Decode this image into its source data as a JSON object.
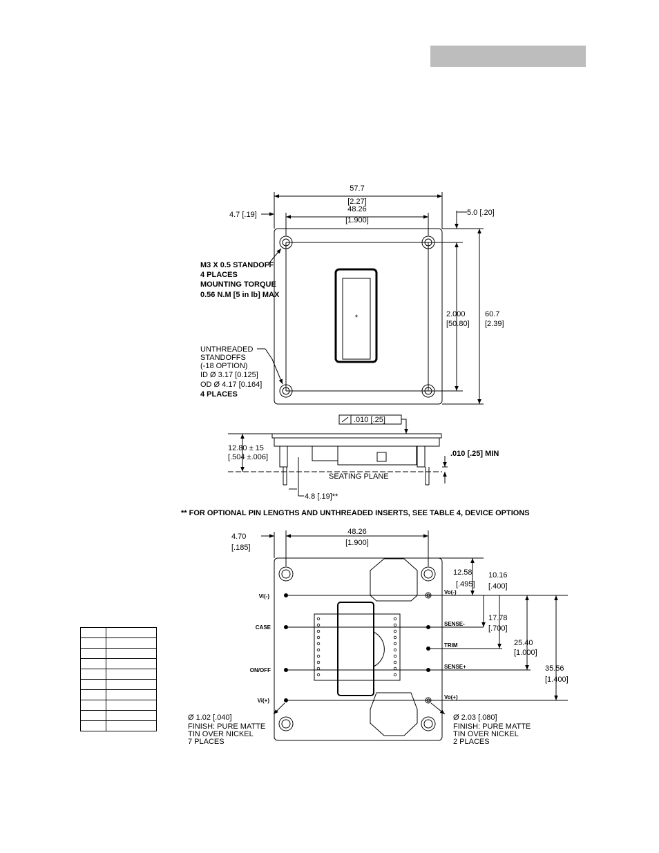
{
  "header": {
    "bar_color": "#bdbdbd"
  },
  "top_view": {
    "overall_width": "57.7",
    "overall_width_in": "[2.27]",
    "hole_spacing": "48.26",
    "hole_spacing_in": "[1.900]",
    "left_offset": "4.7 [.19]",
    "top_offset": "5.0 [.20]",
    "vertical_spacing": "2.000",
    "vertical_spacing_mm": "[50.80]",
    "overall_height": "60.7",
    "overall_height_in": "[2.39]",
    "center_mark": "*",
    "standoff_note": [
      "M3 X 0.5  STANDOFF",
      "4 PLACES",
      "MOUNTING TORQUE",
      "0.56 N.M [5 in lb] MAX"
    ],
    "unthreaded_note": [
      "UNTHREADED",
      "STANDOFFS",
      "(-18 OPTION)",
      "ID Ø 3.17 [0.125]",
      "OD Ø 4.17 [0.164]",
      "4 PLACES"
    ]
  },
  "side_view": {
    "flatness": ".010  [.25]",
    "height": "12.80 ± 15",
    "height_in": "[.504 ±.006]",
    "min_clearance": ".010 [.25] MIN",
    "seating_plane": "SEATING  PLANE",
    "pin_length": "4.8 [.19]**"
  },
  "footnote": "** FOR OPTIONAL PIN LENGTHS AND UNTHREADED INSERTS, SEE TABLE 4, DEVICE OPTIONS",
  "bottom_view": {
    "left_offset": "4.70",
    "left_offset_in": "[.185]",
    "hole_spacing": "48.26",
    "hole_spacing_in": "[1.900]",
    "dim_a": "12.58",
    "dim_a_in": "[.495]",
    "dim_b": "10.16",
    "dim_b_in": "[.400]",
    "dim_c": "17.78",
    "dim_c_in": "[.700]",
    "dim_d": "25.40",
    "dim_d_in": "[1.000]",
    "dim_e": "35.56",
    "dim_e_in": "[1.400]",
    "pins_left": [
      "Vi(-)",
      "CASE",
      "ON/OFF",
      "Vi(+)"
    ],
    "pins_right": [
      "Vo(-)",
      "SENSE-",
      "TRIM",
      "SENSE+",
      "Vo(+)"
    ],
    "small_pin_note": [
      "Ø 1.02 [.040]",
      "FINISH: PURE MATTE",
      "TIN OVER NICKEL",
      "7 PLACES"
    ],
    "large_pin_note": [
      "Ø 2.03 [.080]",
      "FINISH: PURE MATTE",
      "TIN OVER NICKEL",
      "2 PLACES"
    ]
  }
}
